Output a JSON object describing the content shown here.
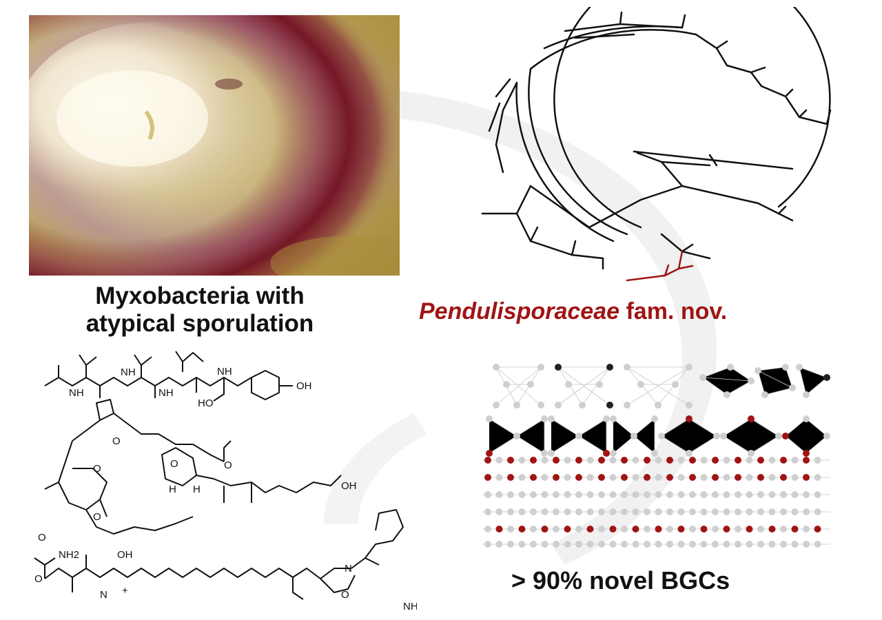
{
  "captions": {
    "left_line1": "Myxobacteria with",
    "left_line2": "atypical sporulation",
    "family_italic": "Pendulisporaceae",
    "family_rest": "fam. nov.",
    "bgc": "> 90% novel BGCs"
  },
  "chemistry": {
    "atoms": {
      "nh": "NH",
      "h": "H",
      "o": "O",
      "oh": "OH",
      "ho": "HO",
      "nh2": "NH2",
      "n": "N",
      "plus": "+",
      "cooh": "OH"
    }
  },
  "colors": {
    "accent_red": "#a01414",
    "node_grey": "#cfcfcf",
    "node_black": "#222222",
    "tree_black": "#111111"
  }
}
